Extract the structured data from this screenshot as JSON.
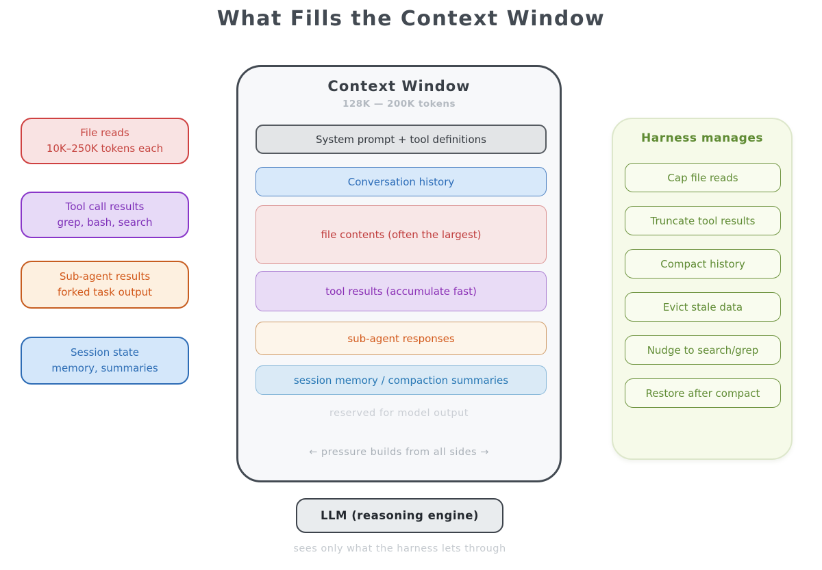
{
  "title": "What Fills the Context Window",
  "context_window": {
    "title": "Context Window",
    "subtitle": "128K — 200K tokens",
    "layers": [
      {
        "label": "System prompt + tool definitions",
        "color": "#e3e5e7"
      },
      {
        "label": "Conversation history",
        "color": "#d8e9fa"
      },
      {
        "label": "file contents (often the largest)",
        "color": "#f8e7e7"
      },
      {
        "label": "tool results (accumulate fast)",
        "color": "#e9dcf6"
      },
      {
        "label": "sub-agent responses",
        "color": "#fdf5ea"
      },
      {
        "label": "session memory / compaction summaries",
        "color": "#daeaf6"
      }
    ],
    "reserved_note": "reserved for model output",
    "pressure_note": "← pressure builds from all sides →"
  },
  "sources": [
    {
      "title": "File reads",
      "subtitle": "10K–250K tokens each",
      "accent": "#cf4141"
    },
    {
      "title": "Tool call results",
      "subtitle": "grep, bash, search",
      "accent": "#8936c9"
    },
    {
      "title": "Sub-agent results",
      "subtitle": "forked task output",
      "accent": "#c75d20"
    },
    {
      "title": "Session state",
      "subtitle": "memory, summaries",
      "accent": "#2d6cb5"
    }
  ],
  "harness": {
    "title": "Harness manages",
    "accent": "#5f8b33",
    "items": [
      {
        "label": "Cap file reads"
      },
      {
        "label": "Truncate tool results"
      },
      {
        "label": "Compact history"
      },
      {
        "label": "Evict stale data"
      },
      {
        "label": "Nudge to search/grep"
      },
      {
        "label": "Restore after compact"
      }
    ]
  },
  "llm": {
    "label": "LLM (reasoning engine)",
    "caption": "sees only what the harness lets through"
  }
}
